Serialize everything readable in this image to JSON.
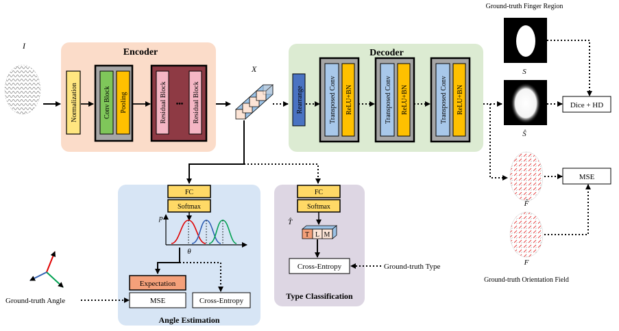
{
  "labels": {
    "input_symbol": "I",
    "encoder_title": "Encoder",
    "normalization": "Normalization",
    "conv_block": "Conv Block",
    "pooling": "Pooling",
    "residual_block": "Residual Block",
    "ellipsis": "•••",
    "latent_symbol": "X",
    "decoder_title": "Decoder",
    "rearrange": "Rearrange",
    "transposed_conv": "Transposed Conv",
    "relu_bn": "ReLU+BN",
    "gt_finger_region": "Ground-truth Finger Region",
    "s_symbol": "S",
    "s_hat_symbol": "Ŝ",
    "dice_hd": "Dice + HD",
    "mse": "MSE",
    "f_hat_symbol": "F̂",
    "f_symbol": "F",
    "gt_orientation_field": "Ground-truth Orientation Field",
    "fc": "FC",
    "softmax": "Softmax",
    "p_symbol": "p",
    "theta_symbol": "θ",
    "expectation": "Expectation",
    "cross_entropy": "Cross-Entropy",
    "angle_estimation": "Angle Estimation",
    "gt_angle": "Ground-truth Angle",
    "t_hat_symbol": "T̂",
    "type_t": "T",
    "type_l": "L",
    "type_m": "M",
    "gt_type": "Ground-truth Type",
    "type_classification": "Type Classification"
  },
  "colors": {
    "encoder_bg": "#fbdcc9",
    "decoder_bg": "#dcebd2",
    "angle_bg": "#d7e5f5",
    "type_bg": "#ddd6e3",
    "normalization": "#ffe680",
    "conv_block": "#7fc65a",
    "pooling": "#ffc000",
    "residual_outer": "#8e3a44",
    "residual_inner": "#f4b6c4",
    "rearrange": "#4a73c2",
    "transposed_conv": "#a8c8ea",
    "relu_bn": "#ffc000",
    "fc_softmax": "#ffd966",
    "expectation": "#f4a07a",
    "cube_face": "#fce4d6",
    "cube_side": "#9dc3e6",
    "curve_red": "#e00000",
    "curve_blue": "#2f5fb3",
    "curve_green": "#00a050"
  }
}
